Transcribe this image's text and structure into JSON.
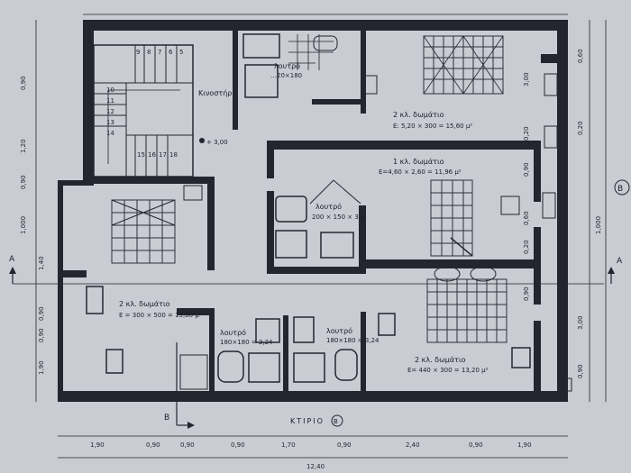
{
  "rooms": {
    "bath_top": {
      "name": "λουτρό",
      "size": "…20×180"
    },
    "bedroom_top_right": {
      "name": "2 κλ. δωμάτιο",
      "area": "E: 5,20 × 300 = 15,60 μ²"
    },
    "staircase_label": "Κινοστήρ",
    "level_mark": "+ 3,00",
    "bedroom_1": {
      "name": "1 κλ. δωμάτιο",
      "area": "E=4,60 × 2,60 = 11,96 μ²"
    },
    "bath_center": {
      "name": "λουτρό",
      "size": "200 × 150 × 3,0"
    },
    "bedroom_left": {
      "name": "2 κλ. δωμάτιο",
      "area": "E = 300 × 500 = 15,00 μ²"
    },
    "bath_lower_a": {
      "name": "λουτρό",
      "size": "180×180 = 3,24"
    },
    "bath_lower_b": {
      "name": "λουτρό",
      "size": "180×180 = 3,24"
    },
    "bedroom_bottom_right": {
      "name": "2 κλ. δωμάτιο",
      "area": "E= 440 × 300 = 13,20 μ²"
    }
  },
  "building_label": "ΚΤΙΡΙΟ",
  "building_id": "B",
  "section_marks": {
    "left": "A",
    "right": "A",
    "bottom": "B"
  },
  "stair_steps_top": [
    "9",
    "8",
    "7",
    "6",
    "5"
  ],
  "stair_steps_side": [
    "10",
    "11",
    "12",
    "13",
    "14"
  ],
  "stair_steps_bottom": [
    "15",
    "16",
    "17",
    "18"
  ],
  "dims_bottom": [
    "1,90",
    "0,90",
    "0,90",
    "0,90",
    "1,70",
    "0,90",
    "2,40",
    "0,90",
    "1,90"
  ],
  "dims_total": "12,40",
  "dims_left": [
    "0,90",
    "1,20",
    "0,90",
    "1,000",
    "1,40",
    "0,90",
    "0,90",
    "1,90"
  ],
  "dims_right": [
    "3,00",
    "0,20",
    "0,90",
    "0,60",
    "0,20",
    "0,90",
    "0,60",
    "0,20",
    "3,00",
    "0,90"
  ],
  "dims_right_total": "1,000",
  "colors": {
    "paper": "#c9ccd2",
    "ink": "#23262f"
  }
}
